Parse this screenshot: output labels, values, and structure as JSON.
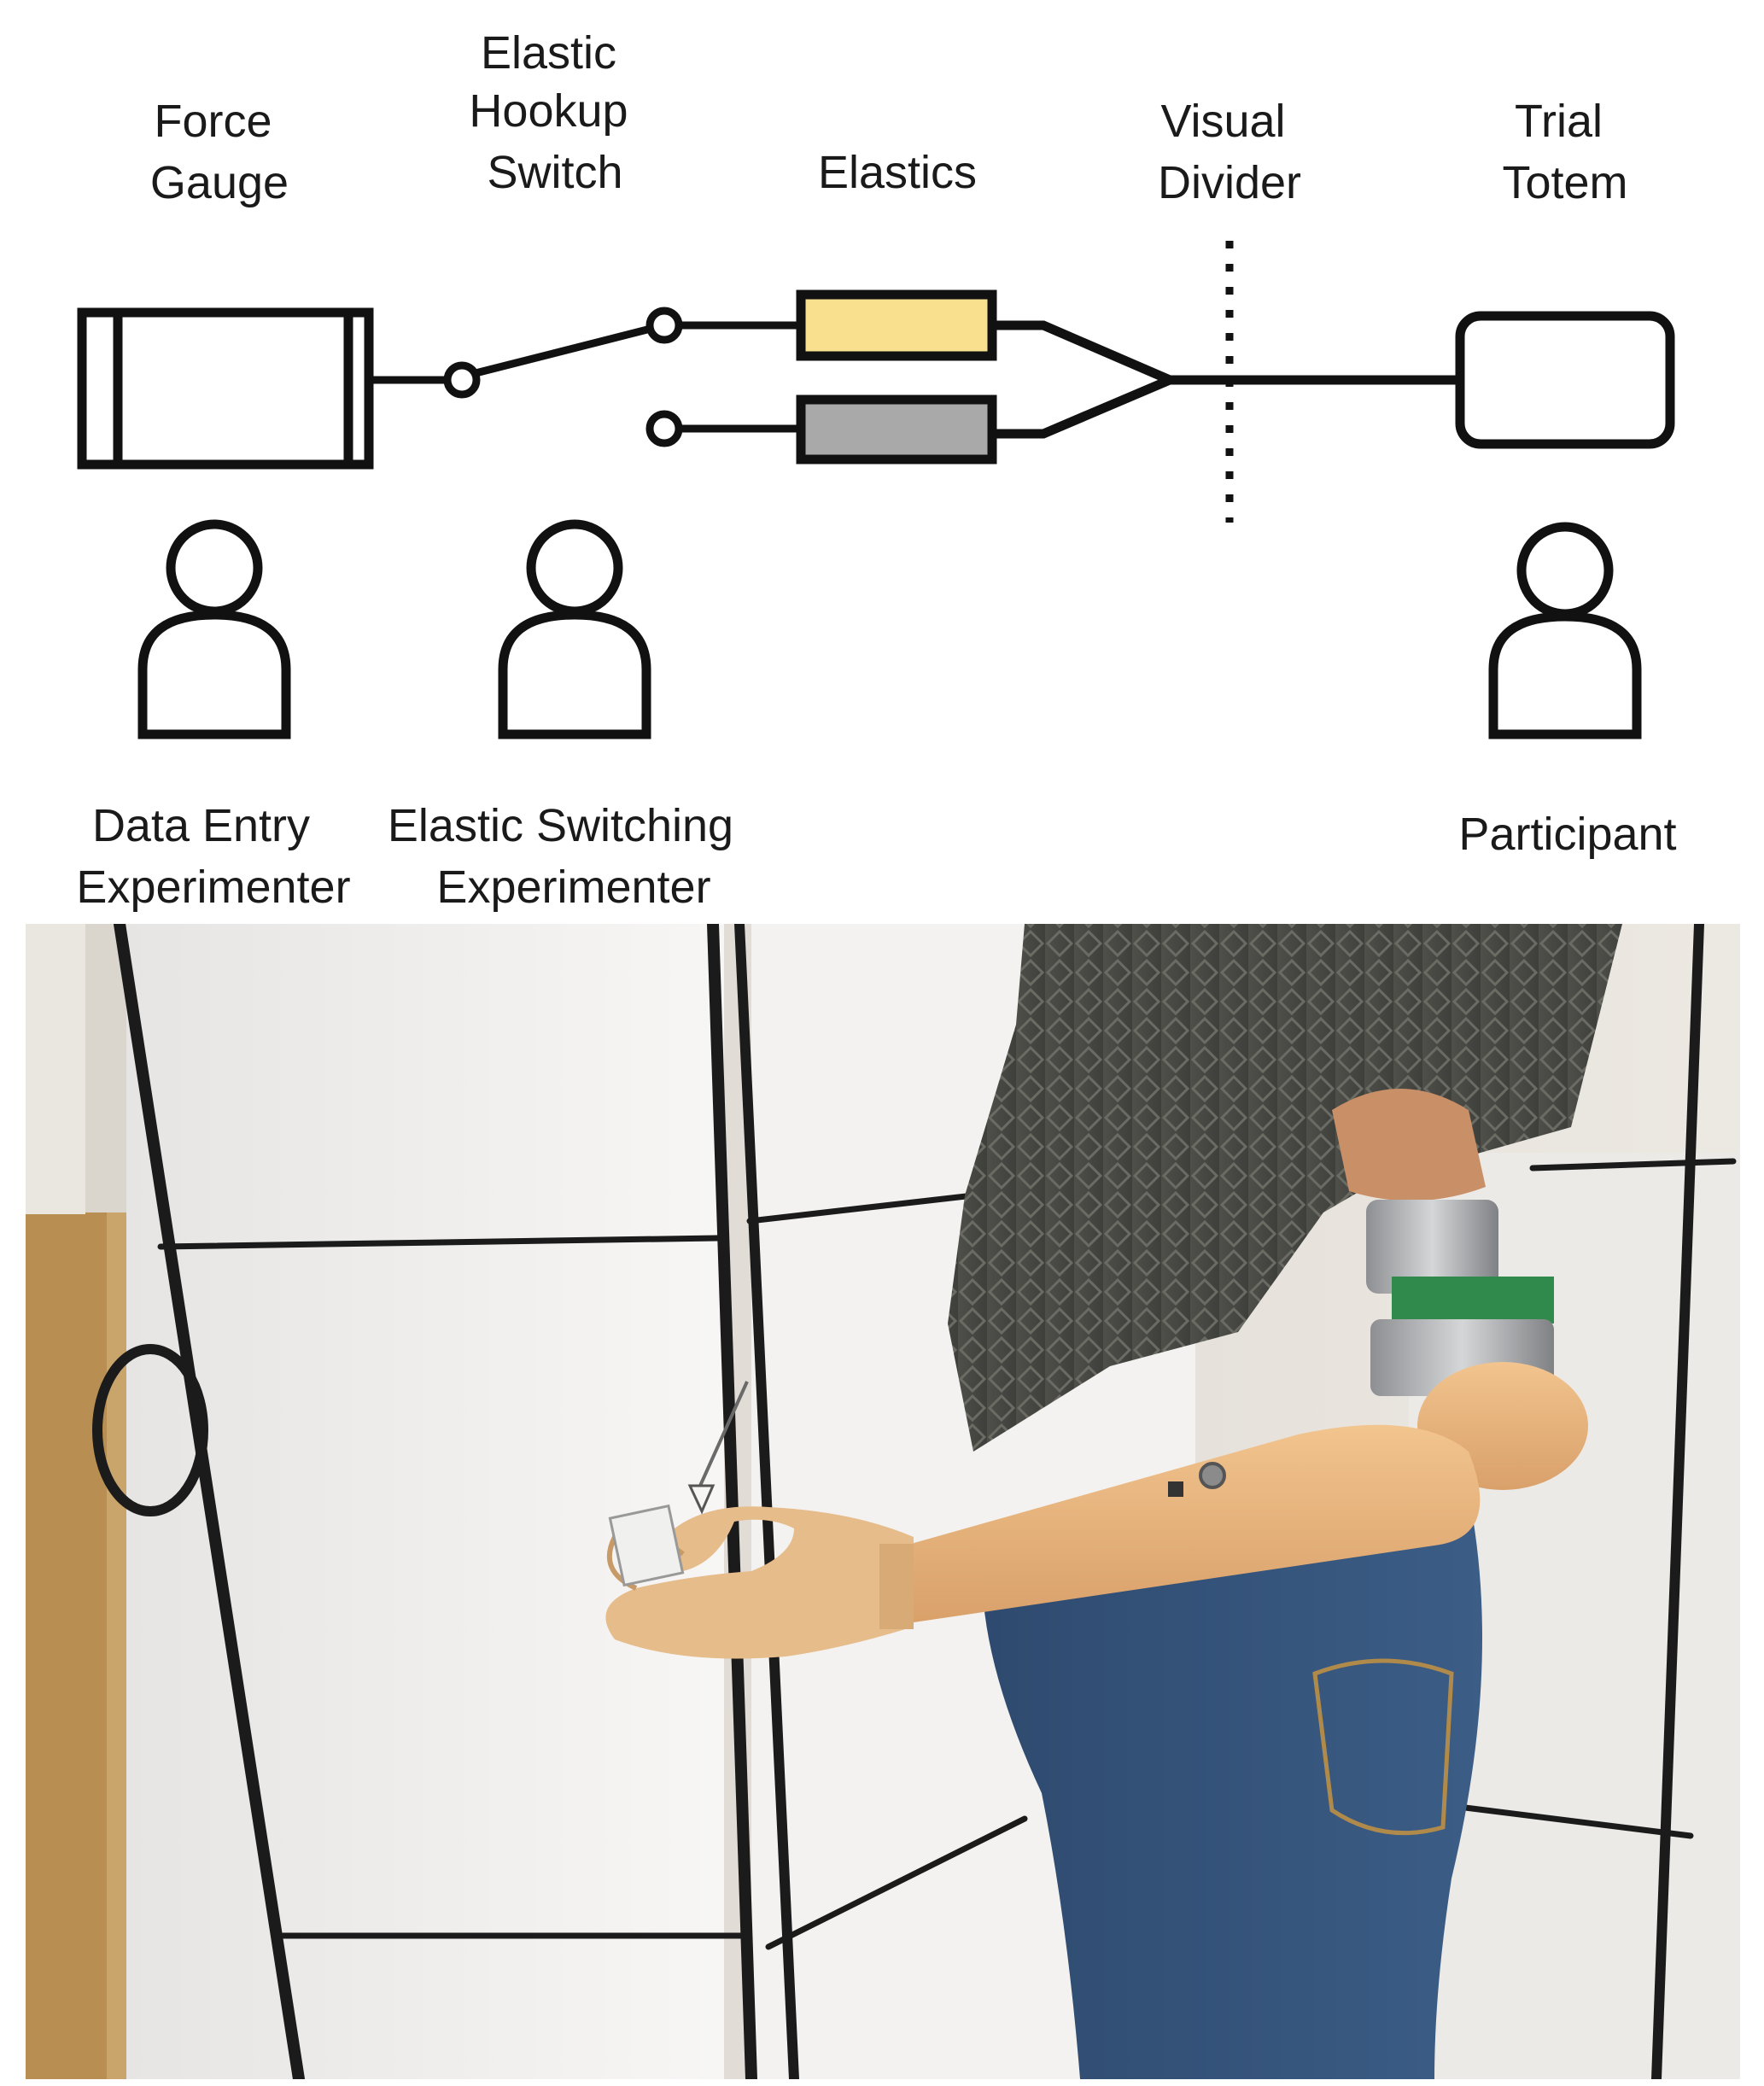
{
  "diagram": {
    "components": [
      {
        "id": "force-gauge",
        "lines": [
          "Force",
          "Gauge"
        ]
      },
      {
        "id": "hookup-switch",
        "lines": [
          "Elastic",
          "Hookup",
          "Switch"
        ]
      },
      {
        "id": "elastics",
        "lines": [
          "Elastics"
        ]
      },
      {
        "id": "visual-divider",
        "lines": [
          "Visual",
          "Divider"
        ]
      },
      {
        "id": "trial-totem",
        "lines": [
          "Trial",
          "Totem"
        ]
      }
    ],
    "people": [
      {
        "id": "data-entry",
        "lines": [
          "Data Entry",
          "Experimenter"
        ]
      },
      {
        "id": "elastic-switching",
        "lines": [
          "Elastic Switching",
          "Experimenter"
        ]
      },
      {
        "id": "participant",
        "lines": [
          "Participant"
        ]
      }
    ],
    "colors": {
      "line": "#111111",
      "elastic_light": "#f8e08e",
      "elastic_dark": "#a9a9a9"
    }
  },
  "photo": {
    "subject": "participant-with-prosthetic-arm-holding-totem-behind-divider"
  }
}
